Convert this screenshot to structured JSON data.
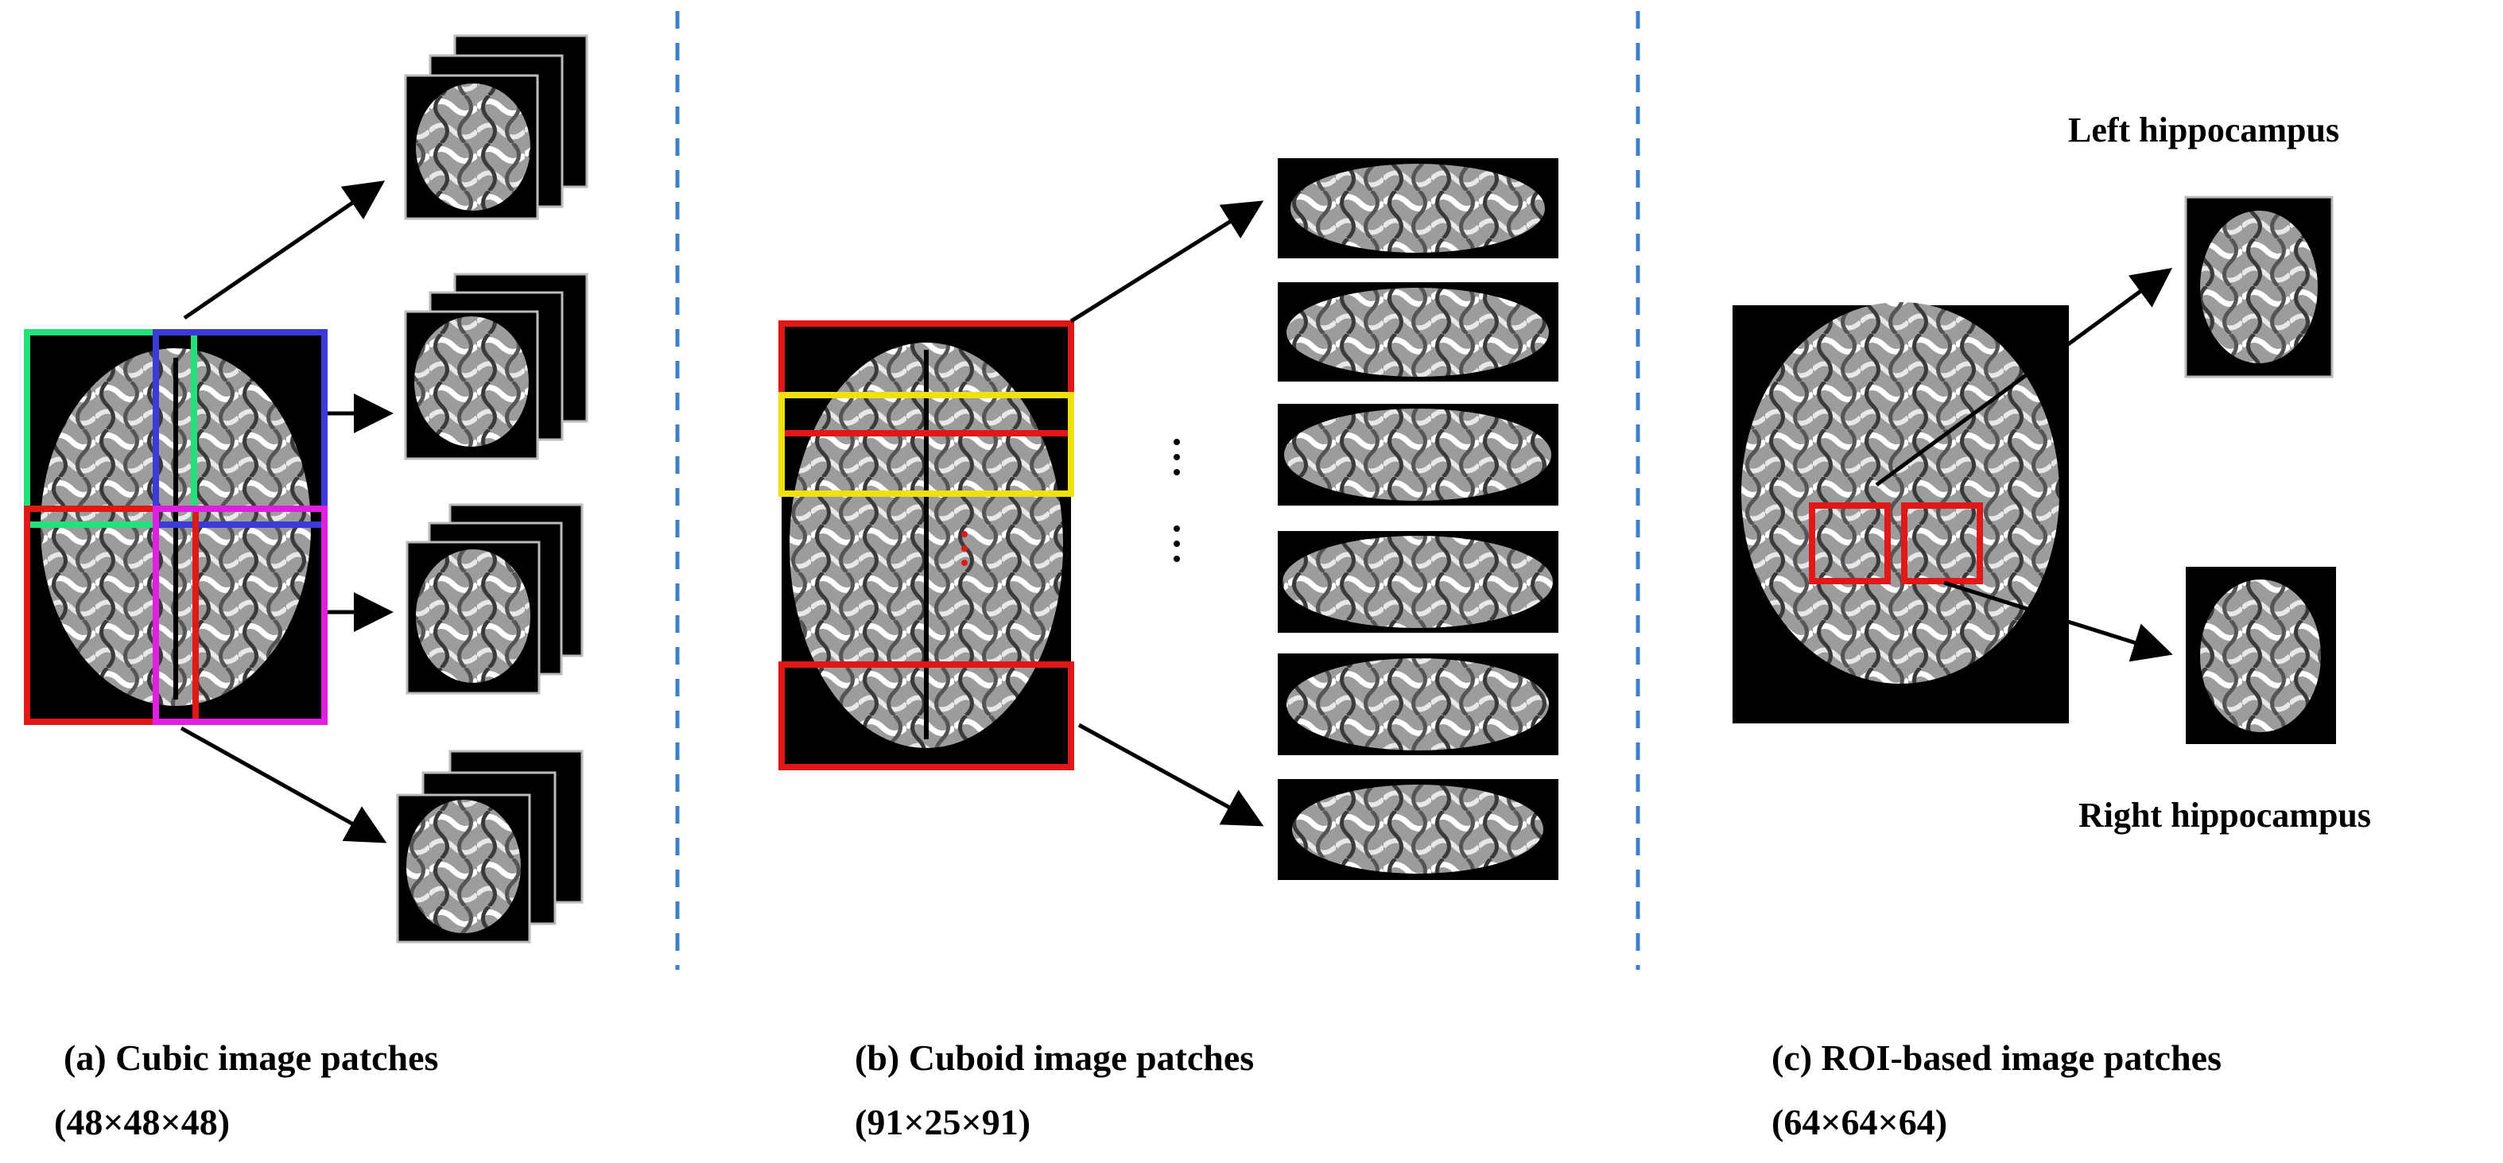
{
  "panels": {
    "a": {
      "caption": "(a) Cubic image patches",
      "dims": "(48×48×48)",
      "box_colors": [
        "#22e07a",
        "#3a3ad8",
        "#e01818",
        "#e01ee0"
      ]
    },
    "b": {
      "caption": "(b) Cuboid image patches",
      "dims": "(91×25×91)",
      "box_colors": [
        "#e01818",
        "#f0e010"
      ]
    },
    "c": {
      "caption": "(c) ROI-based image patches",
      "dims": "(64×64×64)",
      "left_label": "Left hippocampus",
      "right_label": "Right hippocampus",
      "box_colors": [
        "#e01818"
      ]
    }
  },
  "colors": {
    "divider": "#3a7fc8",
    "arrow": "#000000",
    "background": "#ffffff"
  }
}
